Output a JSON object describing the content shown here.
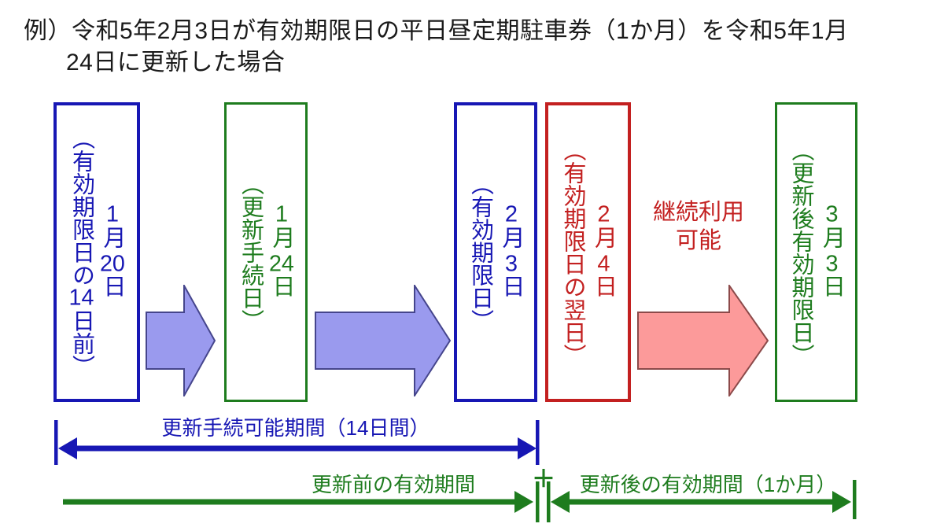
{
  "title": {
    "line1": "例）令和5年2月3日が有効期限日の平日昼定期駐車券（1か月）を令和5年1月",
    "line2": "24日に更新した場合"
  },
  "colors": {
    "blue": "#1717b4",
    "green": "#1e7c1e",
    "red": "#c32020",
    "black": "#1a1a1a",
    "arrow-fill": "#9a9aee",
    "arrow-stroke": "#45458c",
    "pink-fill": "#fc9a9a",
    "pink-stroke": "#8c4a4a"
  },
  "boxes": [
    {
      "date": "1月20日",
      "label": "（有効期限日の14日前）",
      "color": "blue"
    },
    {
      "date": "1月24日",
      "label": "（更新手続日）",
      "color": "green"
    },
    {
      "date": "2月3日",
      "label": "（有効期限日）",
      "color": "blue"
    },
    {
      "date": "2月4日",
      "label": "（有効期限日の翌日）",
      "color": "red"
    },
    {
      "date": "3月3日",
      "label": "（更新後有効期限日）",
      "color": "green"
    }
  ],
  "continue_note": {
    "line1": "継続利用",
    "line2": "可能"
  },
  "measures": {
    "renewal_window": "更新手続可能期間（14日間）",
    "before_period": "更新前の有効期間",
    "plus": "＋",
    "after_period": "更新後の有効期間（1か月）"
  }
}
